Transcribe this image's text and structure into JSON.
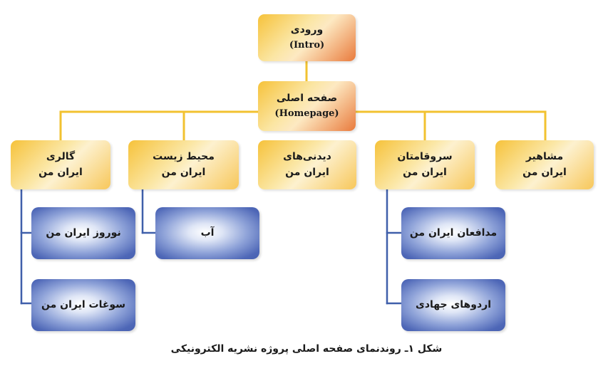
{
  "nodes": {
    "intro": {
      "fa": "ورودی",
      "en": "(Intro)"
    },
    "homepage": {
      "fa": "صفحه اصلی",
      "en": "(Homepage)"
    },
    "gallery": {
      "line1": "گالری",
      "line2": "ایران من"
    },
    "environment": {
      "line1": "محیط زیست",
      "line2": "ایران من"
    },
    "sights": {
      "line1": "دیدنی‌های",
      "line2": "ایران من"
    },
    "heroes": {
      "line1": "سروقامتان",
      "line2": "ایران من"
    },
    "celebrities": {
      "line1": "مشاهیر",
      "line2": "ایران من"
    },
    "nowruz": {
      "label": "نوروز ایران من"
    },
    "souvenirs": {
      "label": "سوغات ایران من"
    },
    "water": {
      "label": "آب"
    },
    "defenders": {
      "label": "مدافعان ایران من"
    },
    "jihad_camps": {
      "label": "اردوهای جهادی"
    }
  },
  "caption": "شکل ۱ـ روندنمای صفحه اصلی پروژه نشریه الکترونیکی",
  "colors": {
    "connector": "#f2c230",
    "gold": "#f6c23a",
    "orange_accent": "#e97a3c",
    "blue": "#4e67b7"
  }
}
